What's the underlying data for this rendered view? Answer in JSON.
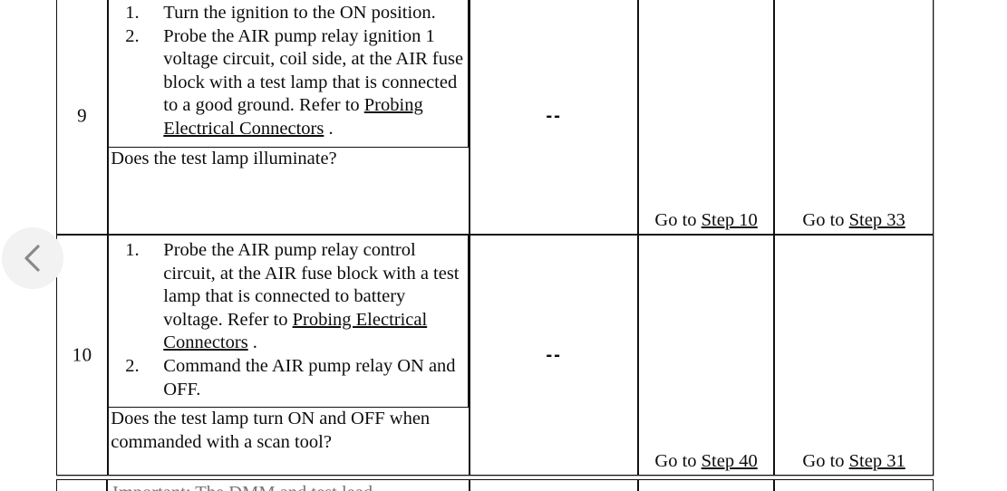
{
  "viewer": {
    "prev_button_label": "Previous",
    "prev_icon": "chevron-left-icon",
    "prev_button_bg": "#f2f2f2",
    "prev_icon_color": "#8a8a8a"
  },
  "document": {
    "kind": "scanned-diagnostic-table",
    "page_background": "#ffffff",
    "ink_color": "#111111"
  },
  "table": {
    "columns": [
      {
        "key": "step",
        "name": "step-number-column"
      },
      {
        "key": "action",
        "name": "action-column"
      },
      {
        "key": "value",
        "name": "value-column"
      },
      {
        "key": "yes",
        "name": "yes-column"
      },
      {
        "key": "no",
        "name": "no-column"
      }
    ],
    "rows": [
      {
        "step": "9",
        "instructions": [
          "Turn the ignition to the ON position.",
          "Probe the AIR pump relay ignition 1 voltage circuit, coil side, at the AIR fuse block with a test lamp that is connected to a good ground. Refer to Probing Electrical Connectors ."
        ],
        "instruction_parts": [
          {
            "text": "Turn the ignition to the ON position."
          },
          {
            "pre": "Probe the AIR pump relay ignition 1 voltage circuit, coil side, at the AIR fuse block with a test lamp that is connected to a good ground. Refer to ",
            "xref": "Probing Electrical Connectors",
            "post": " ."
          }
        ],
        "question": "Does the test lamp illuminate?",
        "value": "--",
        "yes": "Go to Step 10",
        "yes_prefix": "Go to ",
        "yes_ref": "Step 10",
        "no": "Go to Step 33",
        "no_prefix": "Go to ",
        "no_ref": "Step 33"
      },
      {
        "step": "10",
        "instructions": [
          "Probe the AIR pump relay control circuit, at the AIR fuse block with a test lamp that is connected to battery voltage. Refer to Probing Electrical Connectors .",
          "Command the AIR pump relay ON and OFF."
        ],
        "instruction_parts": [
          {
            "pre": "Probe the AIR pump relay control circuit, at the AIR fuse block with a test lamp that is connected to battery voltage. Refer to ",
            "xref": "Probing Electrical Connectors",
            "post": " ."
          },
          {
            "text": "Command the AIR pump relay ON and OFF."
          }
        ],
        "question": "Does the test lamp turn ON and OFF when commanded with a scan tool?",
        "value": "--",
        "yes": "Go to Step 40",
        "yes_prefix": "Go to ",
        "yes_ref": "Step 40",
        "no": "Go to Step 31",
        "no_prefix": "Go to ",
        "no_ref": "Step 31"
      }
    ],
    "next_row_preview": "Important: The DMM and test lead"
  }
}
